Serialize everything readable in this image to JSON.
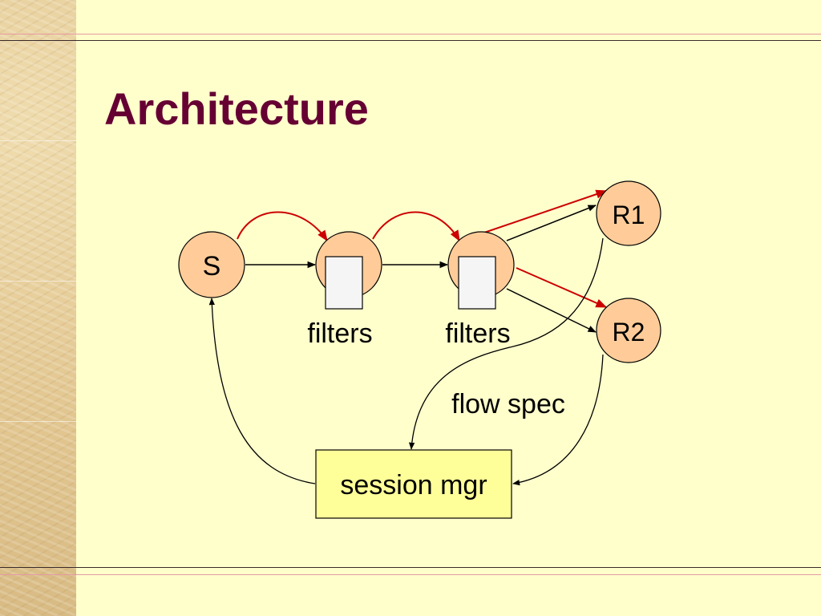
{
  "slide": {
    "title": "Architecture"
  },
  "diagram": {
    "nodes": {
      "source": "S",
      "receiver1": "R1",
      "receiver2": "R2",
      "session_manager": "session mgr"
    },
    "labels": {
      "filters_left": "filters",
      "filters_right": "filters",
      "flow_spec": "flow spec"
    },
    "colors": {
      "background": "#ffffcc",
      "title": "#660033",
      "node_fill": "#ffcc99",
      "filter_fill": "#f5f5f5",
      "session_fill": "#ffff99",
      "data_arrow": "#cc0000",
      "control_arrow": "#000000"
    }
  }
}
